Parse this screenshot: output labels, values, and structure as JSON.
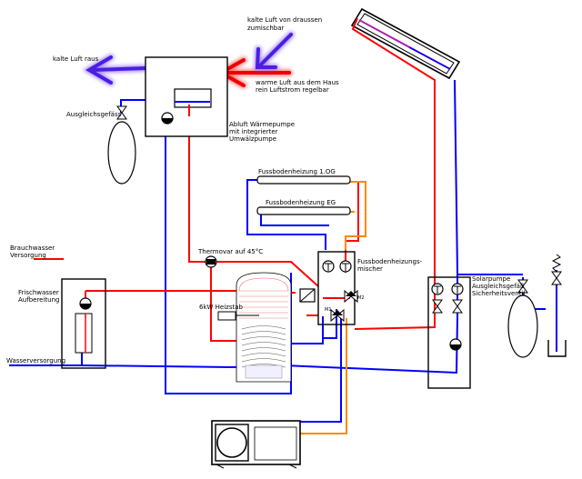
{
  "labels": {
    "cold_air_outside": "kalte Luft von draussen",
    "cold_air_outside_2": "zumischbar",
    "cold_air_out": "kalte Luft raus",
    "warm_air_house": "warme Luft aus dem Haus",
    "warm_air_house_2": "rein Luftstrom regelbar",
    "expansion_vessel": "Ausgleichsgefäss",
    "heat_pump": "Abluft Wärmepumpe",
    "heat_pump_2": "mit integrierter",
    "heat_pump_3": "Umwälzpumpe",
    "floor_heating_1og": "Fussbodenheizung 1.OG",
    "floor_heating_eg": "Fussbodenheizung EG",
    "process_water": "Brauchwasser",
    "process_water_2": "Versorgung",
    "fresh_water": "Frischwasser",
    "fresh_water_2": "Aufbereitung",
    "water_supply": "Wasserversorgung",
    "thermovar": "Thermovar auf 45°C",
    "heating_rod": "6kW Heizstab",
    "mixer": "Fussbodenheizungs-",
    "mixer_2": "mischer",
    "mixer_m1": "M1",
    "mixer_m2": "M2",
    "solar_pump": "Solarpumpe",
    "solar_vessel": "Ausgleichsgefäß",
    "safety_valve": "Sicherheitsventil"
  },
  "colors": {
    "hot": "#ff0000",
    "cold": "#0000ff",
    "return": "#ff8800",
    "arrow_purple": "#6a3df5"
  },
  "icons": {
    "pump": "pump-icon",
    "valve": "valve-icon",
    "sensor": "temperature-sensor-icon",
    "spring": "safety-valve-spring-icon"
  }
}
